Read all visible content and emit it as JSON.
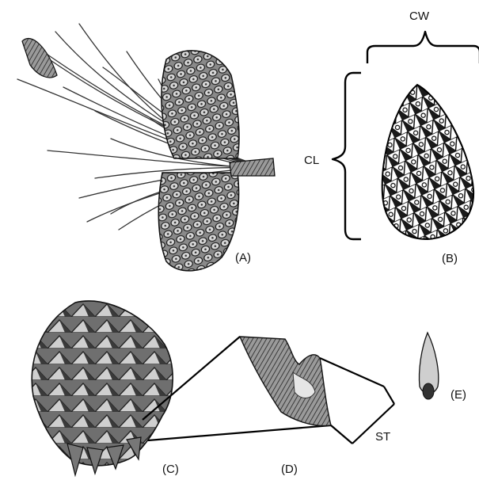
{
  "labels": {
    "a": "(A)",
    "b": "(B)",
    "c": "(C)",
    "d": "(D)",
    "e": "(E)",
    "cw": "CW",
    "cl": "CL",
    "st": "ST"
  },
  "colors": {
    "ink": "#111111",
    "paper": "#ffffff",
    "shade": "#555555"
  }
}
